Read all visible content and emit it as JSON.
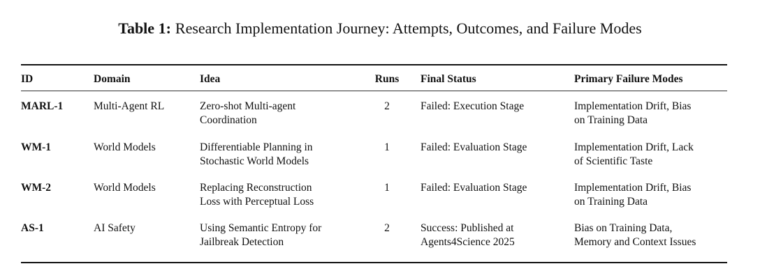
{
  "caption": {
    "label": "Table 1:",
    "text": "Research Implementation Journey: Attempts, Outcomes, and Failure Modes"
  },
  "table": {
    "headers": [
      "ID",
      "Domain",
      "Idea",
      "Runs",
      "Final Status",
      "Primary Failure Modes"
    ],
    "rows": [
      {
        "id": "MARL-1",
        "domain": "Multi-Agent RL",
        "idea": [
          "Zero-shot Multi-agent",
          "Coordination"
        ],
        "runs": "2",
        "status": [
          "Failed: Execution Stage",
          ""
        ],
        "failure": [
          "Implementation Drift, Bias",
          "on Training Data"
        ]
      },
      {
        "id": "WM-1",
        "domain": "World Models",
        "idea": [
          "Differentiable Planning in",
          "Stochastic World Models"
        ],
        "runs": "1",
        "status": [
          "Failed: Evaluation Stage",
          ""
        ],
        "failure": [
          "Implementation Drift, Lack",
          "of Scientific Taste"
        ]
      },
      {
        "id": "WM-2",
        "domain": "World Models",
        "idea": [
          "Replacing Reconstruction",
          "Loss with Perceptual Loss"
        ],
        "runs": "1",
        "status": [
          "Failed: Evaluation Stage",
          ""
        ],
        "failure": [
          "Implementation Drift, Bias",
          "on Training Data"
        ]
      },
      {
        "id": "AS-1",
        "domain": "AI Safety",
        "idea": [
          "Using Semantic Entropy for",
          "Jailbreak Detection"
        ],
        "runs": "2",
        "status": [
          "Success: Published at",
          "Agents4Science 2025"
        ],
        "failure": [
          "Bias on Training Data,",
          "Memory and Context Issues"
        ]
      }
    ]
  }
}
